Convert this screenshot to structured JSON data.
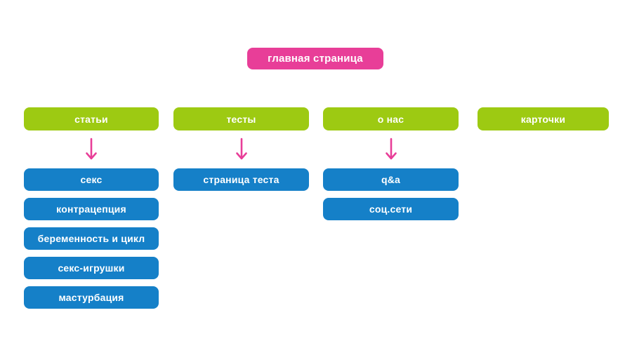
{
  "diagram": {
    "root": {
      "label": "главная страница"
    },
    "sections": [
      {
        "label": "статьи",
        "children": [
          "секс",
          "контрацепция",
          "беременность и цикл",
          "секс-игрушки",
          "мастурбация"
        ]
      },
      {
        "label": "тесты",
        "children": [
          "страница теста"
        ]
      },
      {
        "label": "о нас",
        "children": [
          "q&a",
          "соц.сети"
        ]
      },
      {
        "label": "карточки",
        "children": []
      }
    ],
    "connector_icon": "down-arrow-icon"
  },
  "colors": {
    "pink": "#e83e98",
    "green": "#9dca12",
    "blue": "#1580c8",
    "node-text": "#ffffff",
    "canvas-bg": "#ffffff"
  }
}
